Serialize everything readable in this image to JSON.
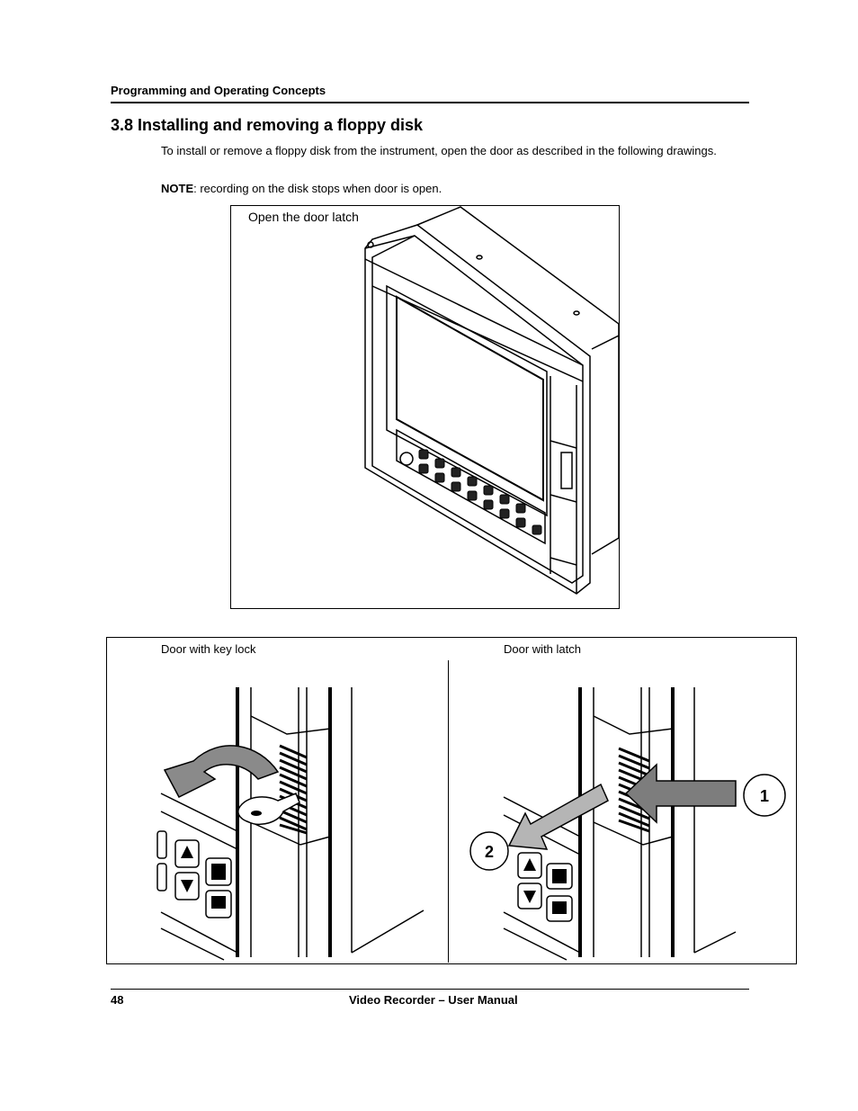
{
  "header": {
    "section": "Programming and Operating Concepts"
  },
  "section": {
    "title": "3.8  Installing and removing a floppy disk",
    "intro": "To install or remove a floppy disk from the instrument, open the door as described in the following drawings.",
    "note_label": "NOTE",
    "note_text": ": recording on the disk stops when door is open."
  },
  "figure1": {
    "caption": "Open the door latch"
  },
  "figure2": {
    "left_caption": "Door with key lock",
    "right_caption": "Door with latch",
    "step1": "1",
    "step2": "2"
  },
  "footer": {
    "page": "48",
    "title": "Video Recorder – User Manual"
  }
}
